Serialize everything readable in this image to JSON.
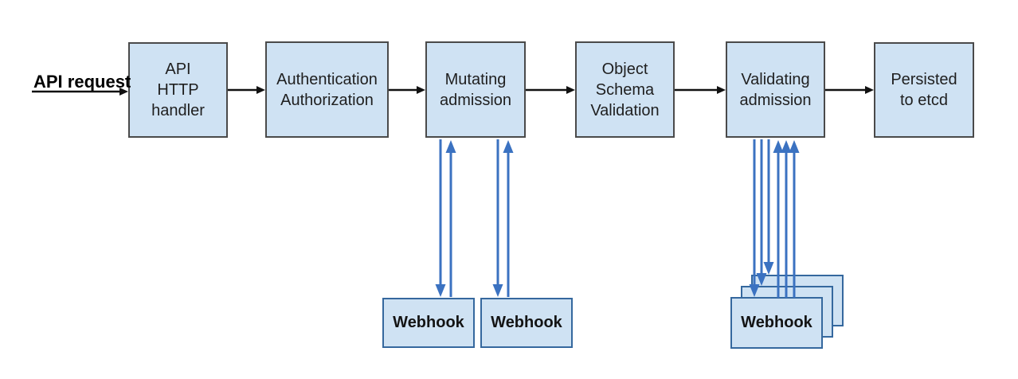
{
  "diagram": {
    "request": {
      "label": "API request"
    },
    "flow_boxes": [
      {
        "name": "api-http-handler",
        "label": "API\nHTTP\nhandler"
      },
      {
        "name": "authentication-authorization",
        "label": "Authentication\nAuthorization"
      },
      {
        "name": "mutating-admission",
        "label": "Mutating\nadmission"
      },
      {
        "name": "object-schema-validation",
        "label": "Object\nSchema\nValidation"
      },
      {
        "name": "validating-admission",
        "label": "Validating\nadmission"
      },
      {
        "name": "persisted-to-etcd",
        "label": "Persisted\nto etcd"
      }
    ],
    "webhooks": {
      "mutating": [
        {
          "label": "Webhook"
        },
        {
          "label": "Webhook"
        }
      ],
      "validating": {
        "front_label": "Webhook",
        "stack_count": 3
      }
    },
    "colors": {
      "box_fill": "#cfe2f3",
      "box_border": "#4a4a4a",
      "webhook_border": "#35689e",
      "arrow_black": "#111111",
      "arrow_blue": "#3b72c1"
    }
  }
}
